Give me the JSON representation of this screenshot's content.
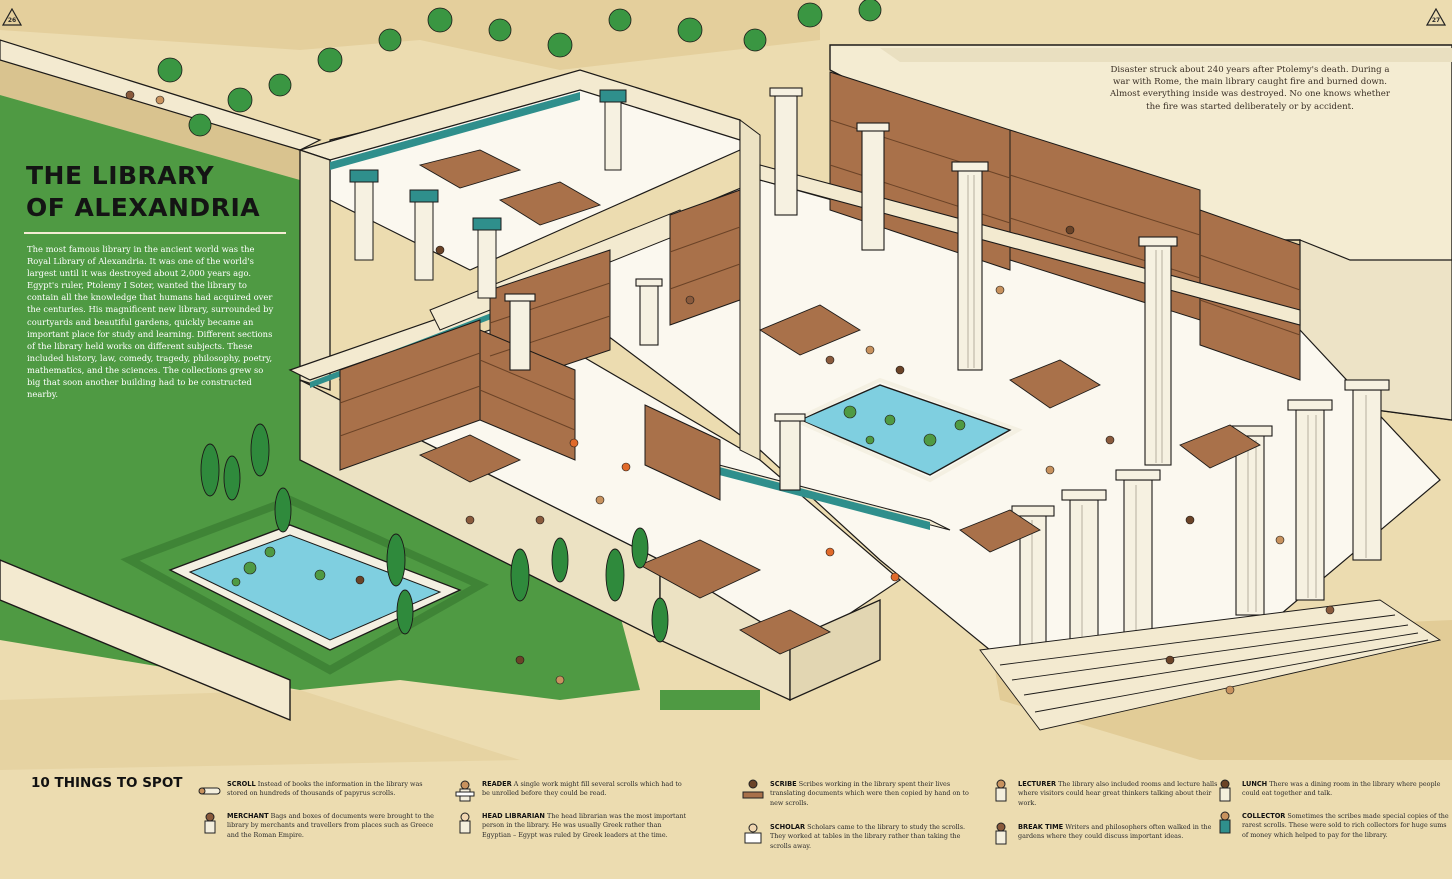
{
  "page": {
    "left_number": "26",
    "right_number": "27"
  },
  "heading": {
    "line1": "THE LIBRARY",
    "line2": "OF ALEXANDRIA"
  },
  "intro_text": "The most famous library in the ancient world was the Royal Library of Alexandria. It was one of the world's largest until it was destroyed about 2,000 years ago. Egypt's ruler, Ptolemy I Soter, wanted the library to contain all the knowledge that humans had acquired over the centuries. His magnificent new library, surrounded by courtyards and beautiful gardens, quickly became an important place for study and learning. Different sections of the library held works on different subjects. These included history, law, comedy, tragedy, philosophy, poetry, mathematics, and the sciences. The collections grew so big that soon another building had to be constructed nearby.",
  "disaster_text": "Disaster struck about 240 years after Ptolemy's death. During a war with Rome, the main library caught fire and burned down. Almost everything inside was destroyed. No one knows whether the fire was started deliberately or by accident.",
  "spot": {
    "heading": "10 THINGS TO SPOT",
    "items": [
      {
        "name": "SCROLL",
        "text": "Instead of books the information in the library was stored on hundreds of thousands of papyrus scrolls.",
        "icon": "scroll-icon"
      },
      {
        "name": "MERCHANT",
        "text": "Bags and boxes of documents were brought to the library by merchants and travellers from places such as Greece and the Roman Empire.",
        "icon": "merchant-icon"
      },
      {
        "name": "READER",
        "text": "A single work might fill several scrolls which had to be unrolled before they could be read.",
        "icon": "reader-icon"
      },
      {
        "name": "HEAD LIBRARIAN",
        "text": "The head librarian was the most important person in the library. He was usually Greek rather than Egyptian – Egypt was ruled by Greek leaders at the time.",
        "icon": "head-librarian-icon"
      },
      {
        "name": "SCRIBE",
        "text": "Scribes working in the library spent their lives translating documents which were then copied by hand on to new scrolls.",
        "icon": "scribe-icon"
      },
      {
        "name": "SCHOLAR",
        "text": "Scholars came to the library to study the scrolls. They worked at tables in the library rather than taking the scrolls away.",
        "icon": "scholar-icon"
      },
      {
        "name": "LECTURER",
        "text": "The library also included rooms and lecture halls where visitors could hear great thinkers talking about their work.",
        "icon": "lecturer-icon"
      },
      {
        "name": "BREAK TIME",
        "text": "Writers and philosophers often walked in the gardens where they could discuss important ideas.",
        "icon": "break-time-icon"
      },
      {
        "name": "LUNCH",
        "text": "There was a dining room in the library where people could eat together and talk.",
        "icon": "lunch-icon"
      },
      {
        "name": "COLLECTOR",
        "text": "Sometimes the scribes made special copies of the rarest scrolls. These were sold to rich collectors for huge sums of money which helped to pay for the library.",
        "icon": "collector-icon"
      }
    ]
  },
  "colors": {
    "sand": "#ecdcb0",
    "grass": "#4f9a43",
    "wall_cream": "#f6efd8",
    "floor": "#fbf8ef",
    "shelf_wood": "#a9714a",
    "teal_trim": "#2f8f8c",
    "pool_water": "#7fcfe0",
    "tree_green": "#2f8a3c",
    "ink": "#1c1a18"
  }
}
